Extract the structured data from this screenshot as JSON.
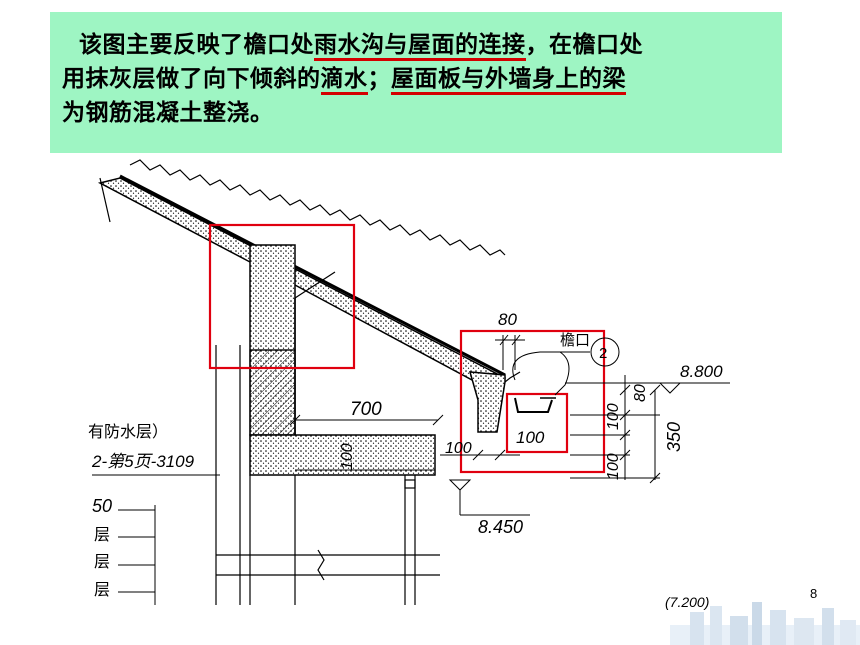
{
  "caption": {
    "line1_a": "该图主要反映了檐口处",
    "line1_u": "雨水沟与屋面的连接",
    "line1_b": "，在檐口处",
    "line2_a": "用抹灰层做了向下倾斜的",
    "line2_u1": "滴水",
    "line2_b": "；",
    "line2_u2": "屋面板与外墙身上的梁",
    "line3": "为钢筋混凝土整浇。"
  },
  "drawing": {
    "dim_700": "700",
    "dim_100_left": "100",
    "dim_100_bottom": "100",
    "dim_80_top": "80",
    "eave_label": "檐口",
    "detail_num": "2",
    "elev_top": "8.800",
    "dim_80_right": "80",
    "dim_100_right": "100",
    "dim_350": "350",
    "dim_100_gutter": "100",
    "dim_100_lower": "100",
    "elev_bottom": "8.450",
    "note_line1": "有防水层）",
    "note_line2": "2-第5页-3109",
    "layer_50": "50",
    "layer_1": "层",
    "layer_2": "层",
    "layer_3": "层",
    "elev_cut": "(7.200)"
  },
  "page_number": "8"
}
